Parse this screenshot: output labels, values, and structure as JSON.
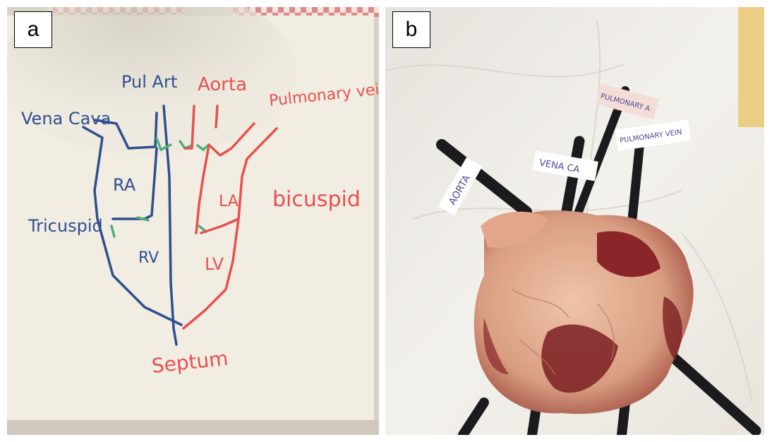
{
  "panels": [
    {
      "letter": "a",
      "labels": {
        "pul_arteries": "Pul Art",
        "aorta": "Aorta",
        "pulmonary_vein": "Pulmonary vein",
        "vena_cava": "Vena Cava",
        "ra": "RA",
        "la": "LA",
        "bicuspid": "bicuspid",
        "tricuspid": "Tricuspid",
        "rv": "RV",
        "lv": "LV",
        "septum": "Septum"
      }
    },
    {
      "letter": "b",
      "tags": {
        "aorta": "AORTA",
        "vena_cava": "VENA CA",
        "pulmonary_artery": "PULMONARY A",
        "pulmonary_vein": "PULMONARY VEIN"
      }
    }
  ],
  "colors": {
    "blue_ink": "#2f4f8f",
    "red_ink": "#e8504f",
    "green_ink": "#4fb07a",
    "paper": "#f1ede3",
    "plastic": "#efece6",
    "tissue": "#e6b59a",
    "dark_tissue": "#7a1f22"
  }
}
